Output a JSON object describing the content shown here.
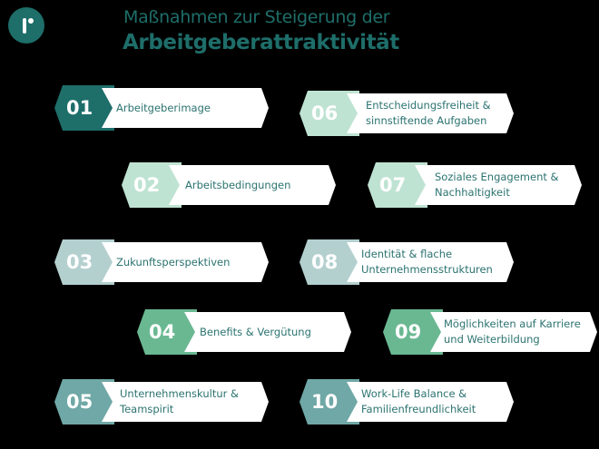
{
  "header": {
    "logo_icon": "r-logo-icon",
    "title_line1": "Maßnahmen zur Steigerung der",
    "title_line2": "Arbeitgeberattraktivität"
  },
  "colors": {
    "background": "#000000",
    "brand": "#1e6e6a",
    "text": "#2b7370",
    "card": "#ffffff",
    "badge_dark": "#1e6e6a",
    "badge_mint": "#bfe3d2",
    "badge_grey": "#b3d0cf",
    "badge_green": "#6ab892",
    "badge_teal": "#6fa8a6"
  },
  "items": [
    {
      "number": "01",
      "label": "Arbeitgeberimage",
      "badge_color": "#1e6e6a"
    },
    {
      "number": "02",
      "label": "Arbeitsbedingungen",
      "badge_color": "#bfe3d2"
    },
    {
      "number": "03",
      "label": "Zukunftsperspektiven",
      "badge_color": "#b3d0cf"
    },
    {
      "number": "04",
      "label": "Benefits & Vergütung",
      "badge_color": "#6ab892"
    },
    {
      "number": "05",
      "label": "Unternehmenskultur &\nTeamspirit",
      "badge_color": "#6fa8a6"
    },
    {
      "number": "06",
      "label": "Entscheidungsfreiheit &\nsinnstiftende Aufgaben",
      "badge_color": "#bfe3d2"
    },
    {
      "number": "07",
      "label": "Soziales Engagement &\nNachhaltigkeit",
      "badge_color": "#bfe3d2"
    },
    {
      "number": "08",
      "label": "Identität & flache\nUnternehmensstrukturen",
      "badge_color": "#b3d0cf"
    },
    {
      "number": "09",
      "label": "Möglichkeiten auf Karriere\nund Weiterbildung",
      "badge_color": "#6ab892"
    },
    {
      "number": "10",
      "label": "Work-Life Balance &\nFamilienfreundlichkeit",
      "badge_color": "#6fa8a6"
    }
  ]
}
